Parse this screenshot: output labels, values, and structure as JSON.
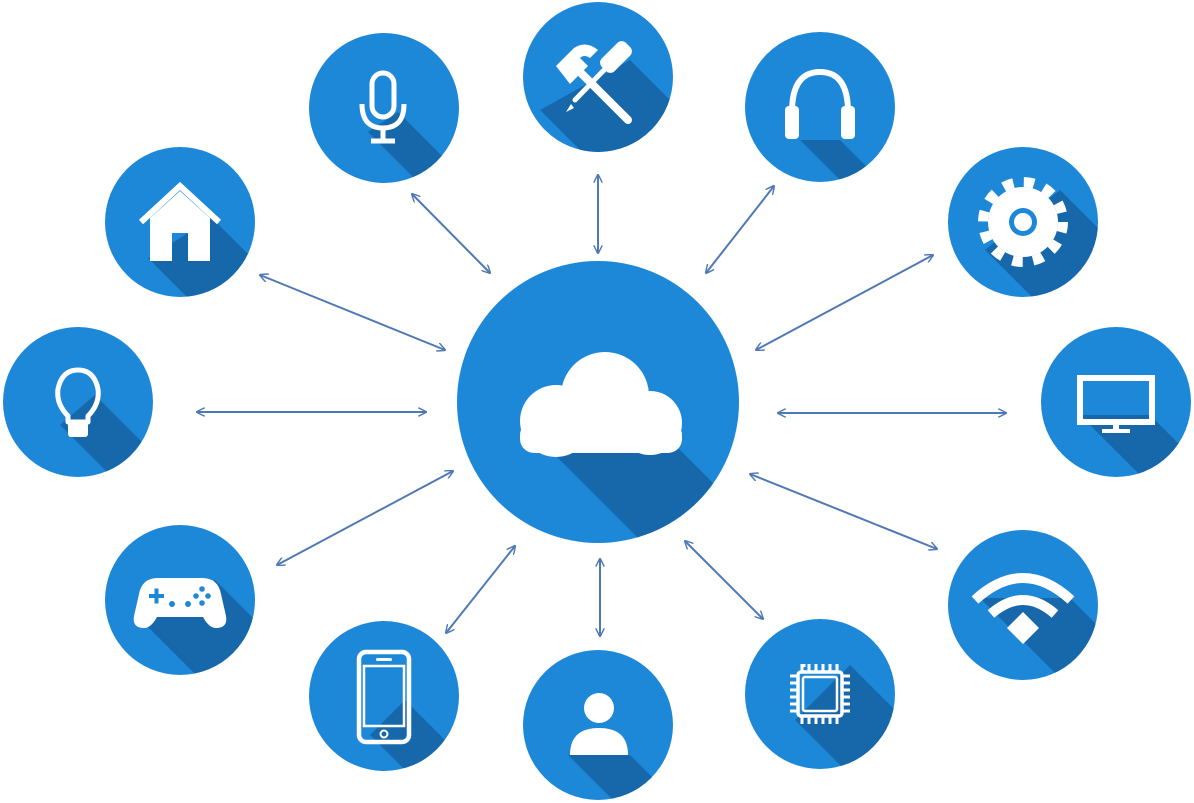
{
  "colors": {
    "circle": "#1e88d8",
    "shadow": "#1668ab",
    "icon": "#ffffff",
    "arrow": "#4f79b5"
  },
  "hub": {
    "icon": "cloud-icon"
  },
  "nodes": [
    {
      "id": "home",
      "icon": "house-icon"
    },
    {
      "id": "microphone",
      "icon": "microphone-icon"
    },
    {
      "id": "tools",
      "icon": "hammer-screwdriver-icon"
    },
    {
      "id": "headphones",
      "icon": "headphones-icon"
    },
    {
      "id": "settings",
      "icon": "gear-icon"
    },
    {
      "id": "lightbulb",
      "icon": "lightbulb-icon"
    },
    {
      "id": "monitor",
      "icon": "monitor-icon"
    },
    {
      "id": "gamepad",
      "icon": "gamepad-icon"
    },
    {
      "id": "smartphone",
      "icon": "smartphone-icon"
    },
    {
      "id": "user",
      "icon": "user-icon"
    },
    {
      "id": "chip",
      "icon": "microchip-icon"
    },
    {
      "id": "wifi",
      "icon": "wifi-icon"
    }
  ]
}
